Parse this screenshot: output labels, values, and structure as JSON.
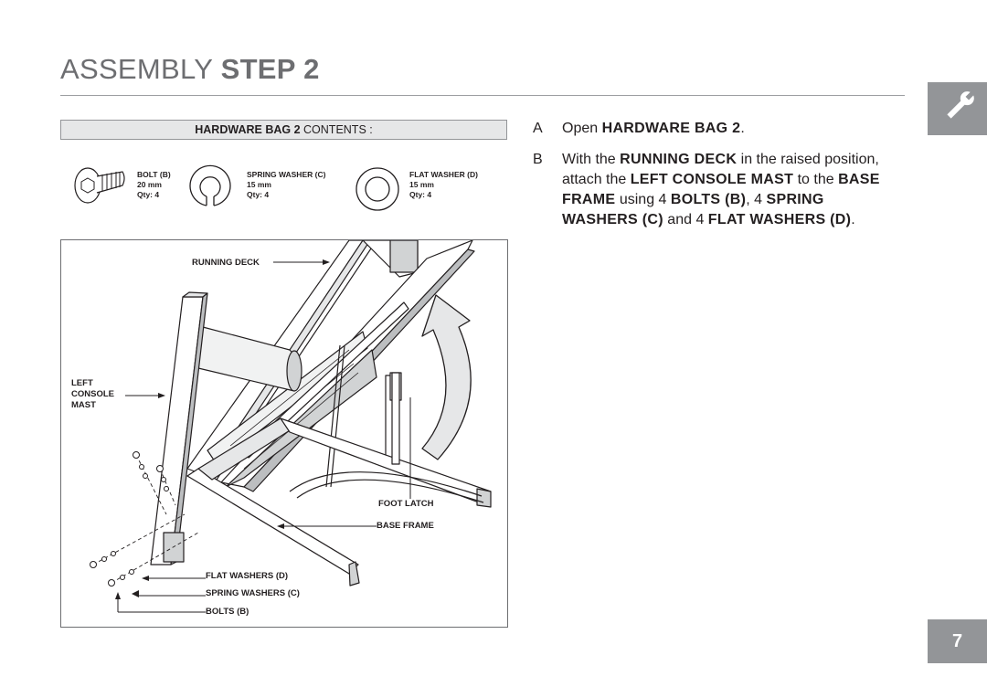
{
  "title": {
    "light": "ASSEMBLY",
    "bold": "STEP 2"
  },
  "hardware": {
    "header_bold": "HARDWARE BAG 2",
    "header_rest": "CONTENTS :",
    "items": [
      {
        "name": "BOLT (B)",
        "size": "20 mm",
        "qty": "Qty: 4"
      },
      {
        "name": "SPRING WASHER (C)",
        "size": "15 mm",
        "qty": "Qty: 4"
      },
      {
        "name": "FLAT WASHER (D)",
        "size": "15 mm",
        "qty": "Qty: 4"
      }
    ]
  },
  "diagram_labels": {
    "running_deck": "RUNNING DECK",
    "left": "LEFT",
    "console": "CONSOLE",
    "mast": "MAST",
    "foot_latch": "FOOT LATCH",
    "base_frame": "BASE FRAME",
    "flat_washers": "FLAT WASHERS (D)",
    "spring_washers": "SPRING WASHERS (C)",
    "bolts": "BOLTS (B)"
  },
  "steps": {
    "a_letter": "A",
    "a_text1": "Open ",
    "a_bold1": "HARDWARE BAG 2",
    "a_text2": ".",
    "b_letter": "B",
    "b_text1": "With the ",
    "b_bold1": "RUNNING DECK",
    "b_text2": " in the raised position, attach the ",
    "b_bold2": "LEFT CONSOLE MAST",
    "b_text3": " to the ",
    "b_bold3": "BASE FRAME",
    "b_text4": " using 4 ",
    "b_bold4": "BOLTS (B)",
    "b_text5": ", 4 ",
    "b_bold5": "SPRING WASHERS (C)",
    "b_text6": " and 4 ",
    "b_bold6": "FLAT WASHERS (D)",
    "b_text7": "."
  },
  "icons": {
    "tab": "wrench-icon"
  },
  "page_number": "7"
}
